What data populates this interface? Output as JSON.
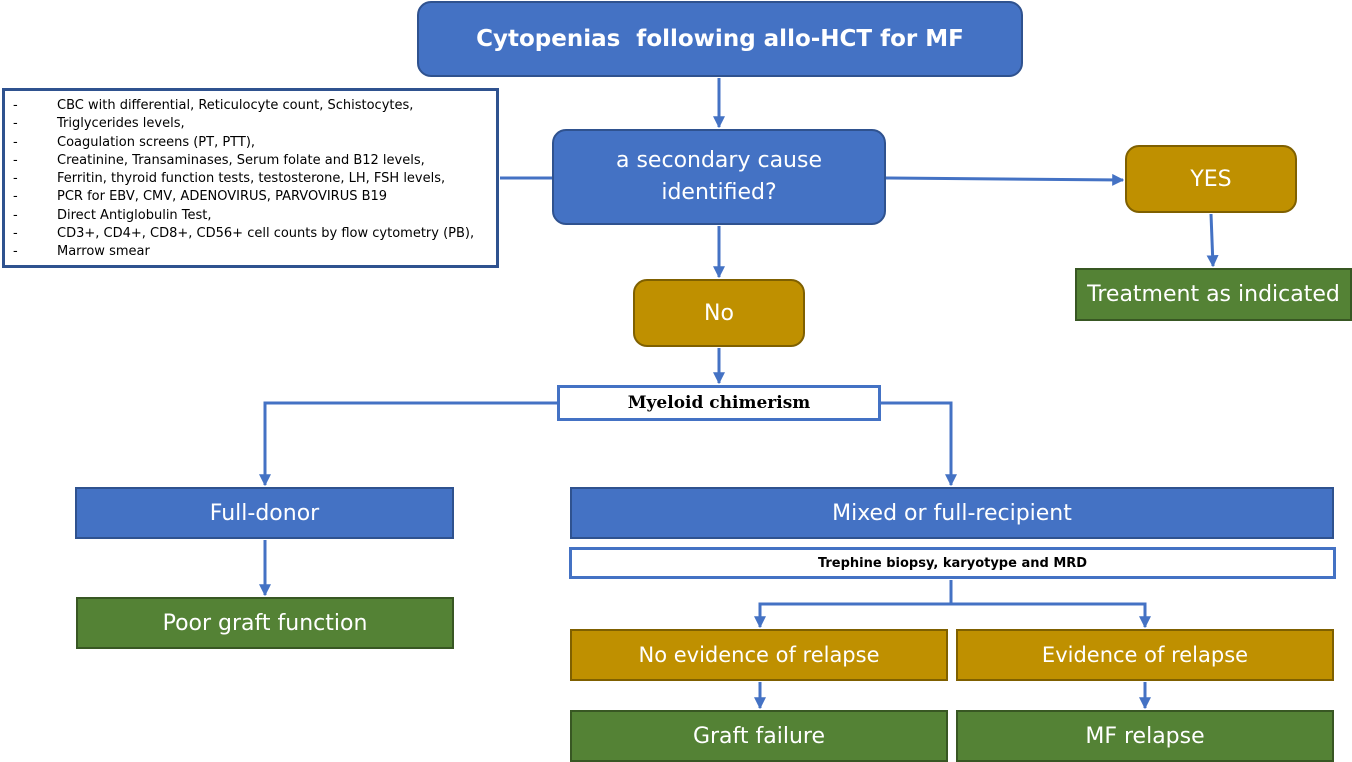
{
  "nodes": {
    "title": "Cytopenias  following allo-HCT for MF",
    "question_line1": "a secondary cause",
    "question_line2": "identified?",
    "yes": "YES",
    "treatment": "Treatment as indicated",
    "no": "No",
    "myeloid": "Myeloid chimerism",
    "full_donor": "Full-donor",
    "mixed": "Mixed or full-recipient",
    "trephine": "Trephine biopsy, karyotype and MRD",
    "poor_graft": "Poor graft function",
    "no_evidence": "No evidence of relapse",
    "evidence": "Evidence of relapse",
    "graft_failure": "Graft failure",
    "mf_relapse": "MF relapse"
  },
  "tests": {
    "bullet": "-",
    "items": [
      "CBC with differential, Reticulocyte count, Schistocytes,",
      "Triglycerides levels,",
      "Coagulation screens (PT, PTT),",
      "Creatinine, Transaminases, Serum folate and B12 levels,",
      "Ferritin, thyroid function tests, testosterone, LH, FSH levels,",
      "PCR for EBV, CMV, ADENOVIRUS, PARVOVIRUS B19",
      "Direct Antiglobulin Test,",
      "CD3+, CD4+, CD8+, CD56+ cell counts by flow cytometry (PB),",
      "Marrow smear"
    ]
  },
  "colors": {
    "blue": "#4472c4",
    "gold": "#bf9000",
    "green": "#548235",
    "connector": "#4472c4"
  }
}
